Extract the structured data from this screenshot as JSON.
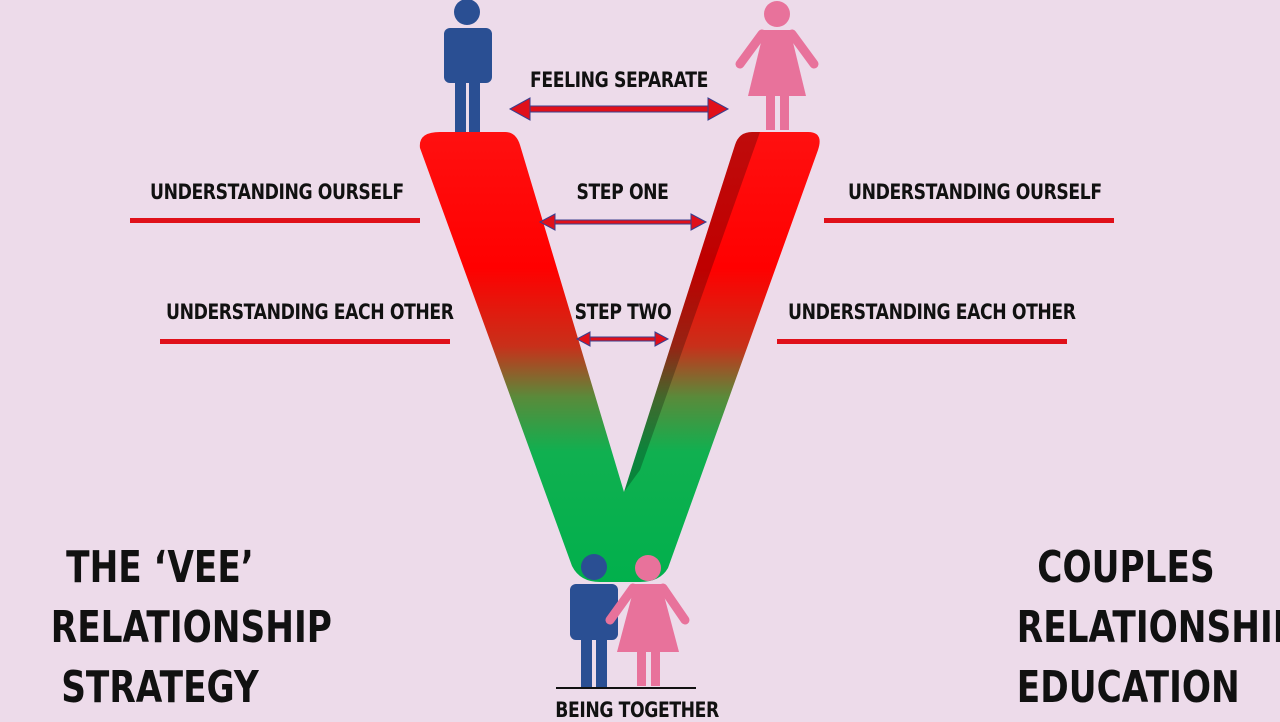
{
  "arrows": {
    "top_label": "FEELING SEPARATE",
    "step_one_label": "STEP ONE",
    "step_two_label": "STEP TWO"
  },
  "left_labels": {
    "understanding_ourself": "UNDERSTANDING OURSELF",
    "understanding_each_other": "UNDERSTANDING EACH OTHER"
  },
  "right_labels": {
    "understanding_ourself": "UNDERSTANDING OURSELF",
    "understanding_each_other": "UNDERSTANDING EACH OTHER"
  },
  "bottom_label": "BEING TOGETHER",
  "left_title": {
    "line1": "THE ‘VEE’",
    "line2": "RELATIONSHIP",
    "line3": "STRATEGY"
  },
  "right_title": {
    "line1": "COUPLES",
    "line2": "RELATIONSHIP",
    "line3": "EDUCATION"
  },
  "colors": {
    "background": "#eddbea",
    "vee_top": "#ff0000",
    "vee_bottom": "#00b050",
    "man": "#2a4f93",
    "woman": "#e8729b",
    "arrow": "#e0101a",
    "arrow_outline": "#3a3f8f",
    "underline": "#e0101a"
  },
  "icons": [
    "man-figure-icon",
    "woman-figure-icon",
    "double-arrow-icon"
  ]
}
